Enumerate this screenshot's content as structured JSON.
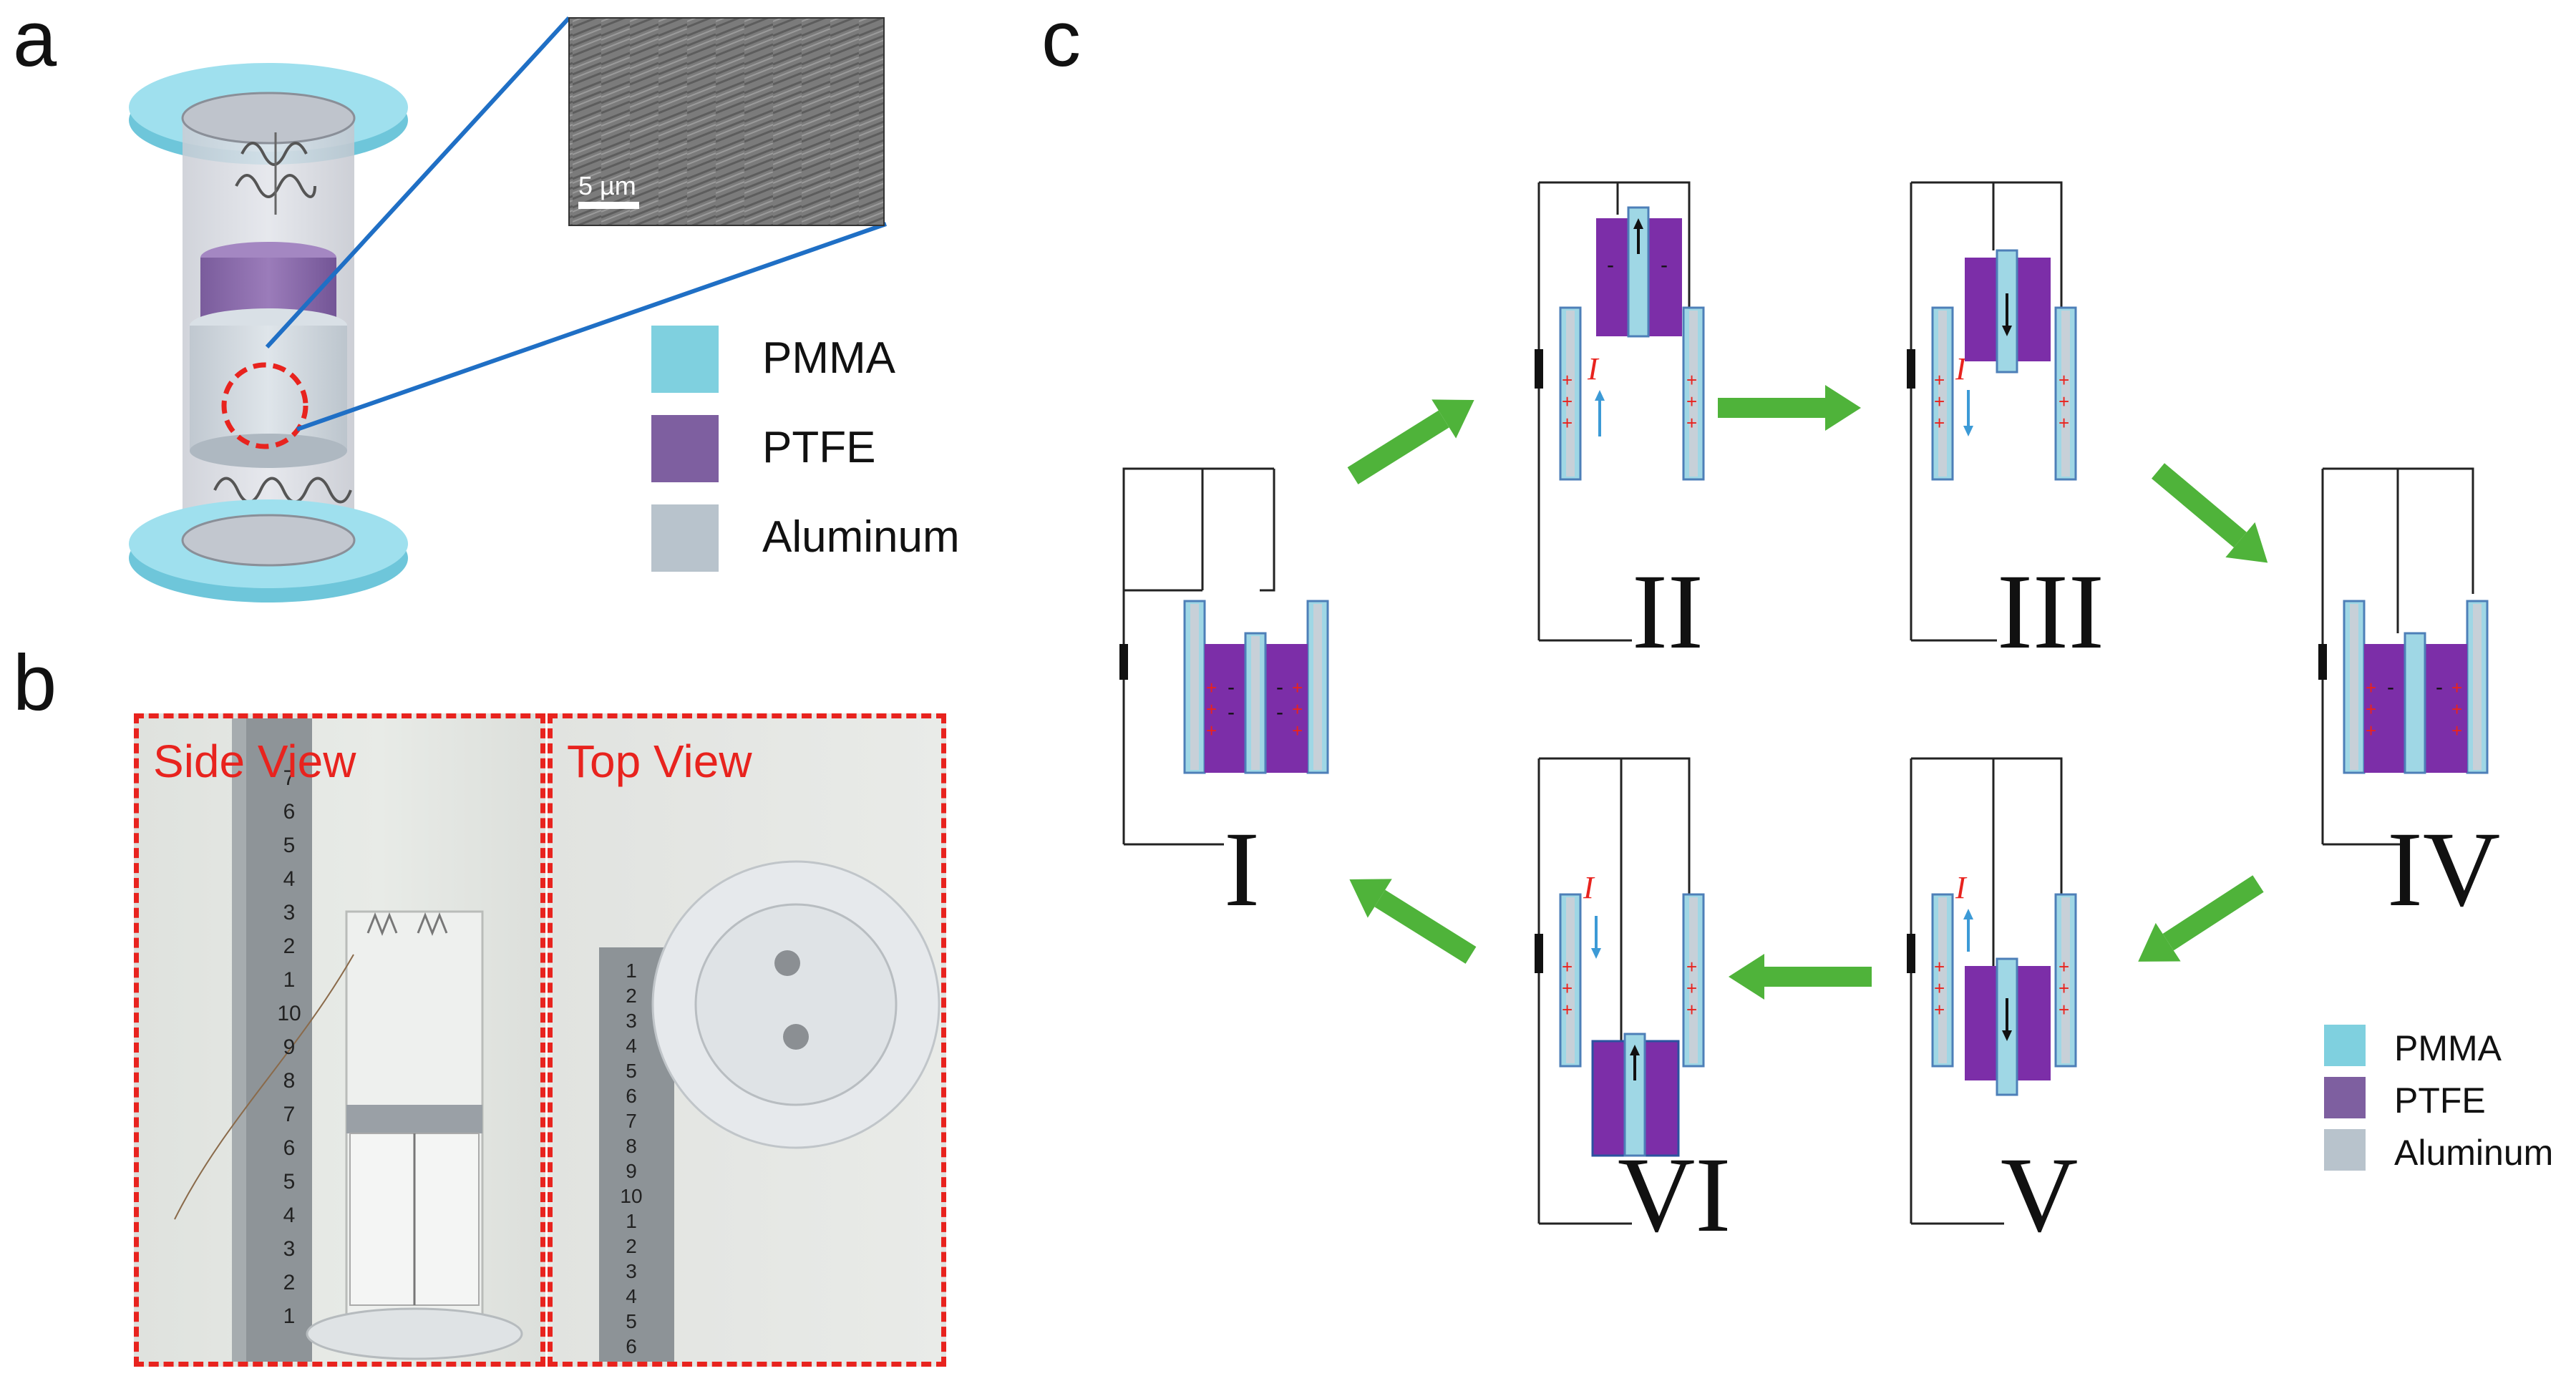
{
  "panels": {
    "a": "a",
    "b": "b",
    "c": "c"
  },
  "legend": [
    {
      "label": "PMMA",
      "color": "#7fd0df"
    },
    {
      "label": "PTFE",
      "color": "#7e5fa0"
    },
    {
      "label": "Aluminum",
      "color": "#b8c3cc"
    }
  ],
  "sem": {
    "scale_label": "5 µm"
  },
  "photos": {
    "side_label": "Side View",
    "top_label": "Top View"
  },
  "ruler": {
    "side_marks": "7 6 5 4 3 2 1 10 9 8 7 6 5 4 3 2 1",
    "top_marks": "1 2 3 4 5 6 7 8 9 10 1 2 3 4 5 6"
  },
  "stages": [
    {
      "id": "I",
      "label": "I"
    },
    {
      "id": "II",
      "label": "II"
    },
    {
      "id": "III",
      "label": "III"
    },
    {
      "id": "IV",
      "label": "IV"
    },
    {
      "id": "V",
      "label": "V"
    },
    {
      "id": "VI",
      "label": "VI"
    }
  ],
  "current_symbol": "I",
  "colors": {
    "arrow": "#4fb33a",
    "accent_red": "#e8231e",
    "wire_blue": "#1f6fc5",
    "current_arrow": "#3c9ad6"
  }
}
